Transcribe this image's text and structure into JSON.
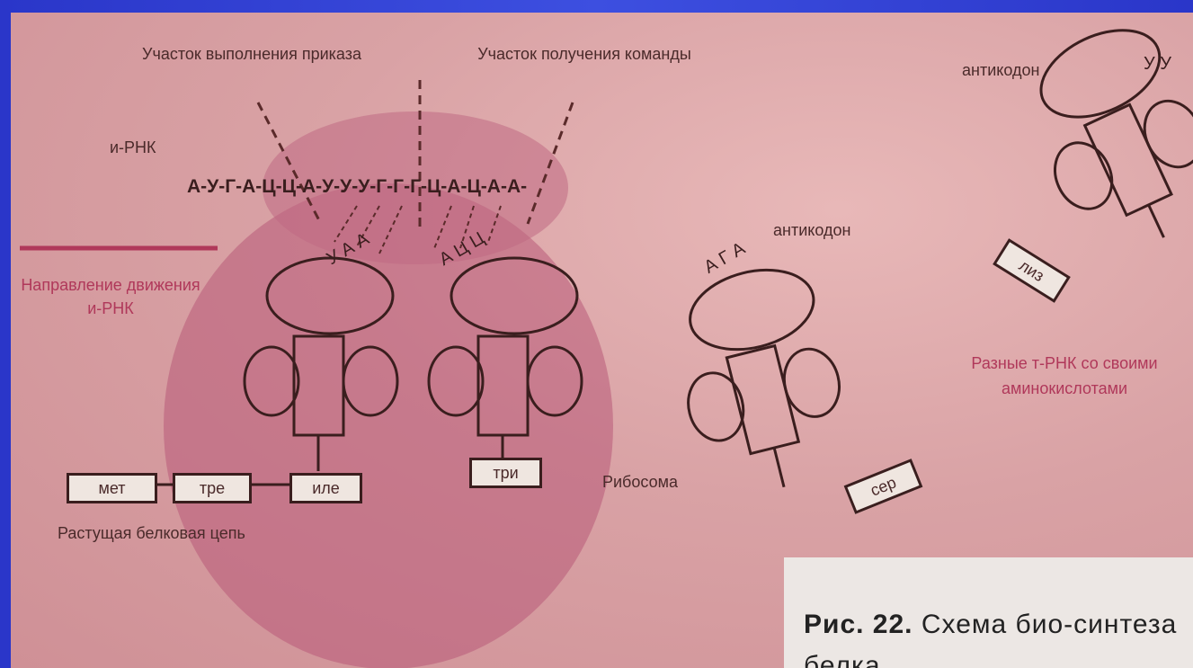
{
  "labels": {
    "execution_site": "Участок выполнения приказа",
    "receiving_site": "Участок получения команды",
    "mrna": "и-РНК",
    "sequence": "А-У-Г-А-Ц-Ц-А-У-У-У-Г-Г-Г-Ц-А-Ц-А-А-",
    "anticodon_1": "антикодон",
    "anticodon_2": "антикодон",
    "direction": "Направление движения и-РНК",
    "ribosome": "Рибосома",
    "growing_chain": "Растущая белковая цепь",
    "different_trna": "Разные т-РНК со своими аминокислотами",
    "anticodon_letters_1": "У А А",
    "anticodon_letters_2": "А Ц Ц",
    "anticodon_letters_3": "А Г А",
    "anticodon_letters_4": "У У"
  },
  "amino_acids": {
    "chain_1": "мет",
    "chain_2": "тре",
    "chain_3": "иле",
    "trna_2": "три",
    "trna_3": "сер",
    "trna_4": "лиз"
  },
  "caption": {
    "prefix": "Рис. 22.",
    "text": "Схема био-синтеза белка"
  }
}
